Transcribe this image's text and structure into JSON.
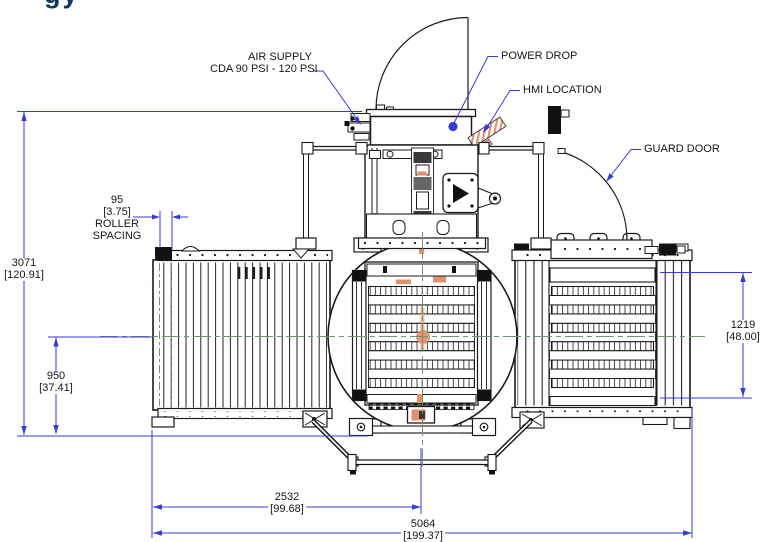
{
  "colors": {
    "dimension": "#3a3ad6",
    "centerline": "#6f9470",
    "accent": "#e2906a",
    "ink": "#1a1a1a",
    "logo": "#0d3a5c"
  },
  "logo": {
    "text": "gy"
  },
  "annotations": {
    "air_supply": {
      "line1": "AIR SUPPLY",
      "line2": "CDA 90 PSI - 120 PSI"
    },
    "power_drop": {
      "label": "POWER DROP"
    },
    "hmi": {
      "label": "HMI LOCATION"
    },
    "guard_door": {
      "label": "GUARD DOOR"
    },
    "roller_spacing": {
      "value": "95",
      "inches": "[3.75]",
      "line3": "ROLLER",
      "line4": "SPACING"
    }
  },
  "dimensions": {
    "overall_height": {
      "mm": "3071",
      "inches": "[120.91]"
    },
    "infeed_height": {
      "mm": "950",
      "inches": "[37.41]"
    },
    "conveyor_width": {
      "mm": "1219",
      "inches": "[48.00]"
    },
    "half_length": {
      "mm": "2532",
      "inches": "[99.68]"
    },
    "overall_length": {
      "mm": "5064",
      "inches": "[199.37]"
    }
  }
}
